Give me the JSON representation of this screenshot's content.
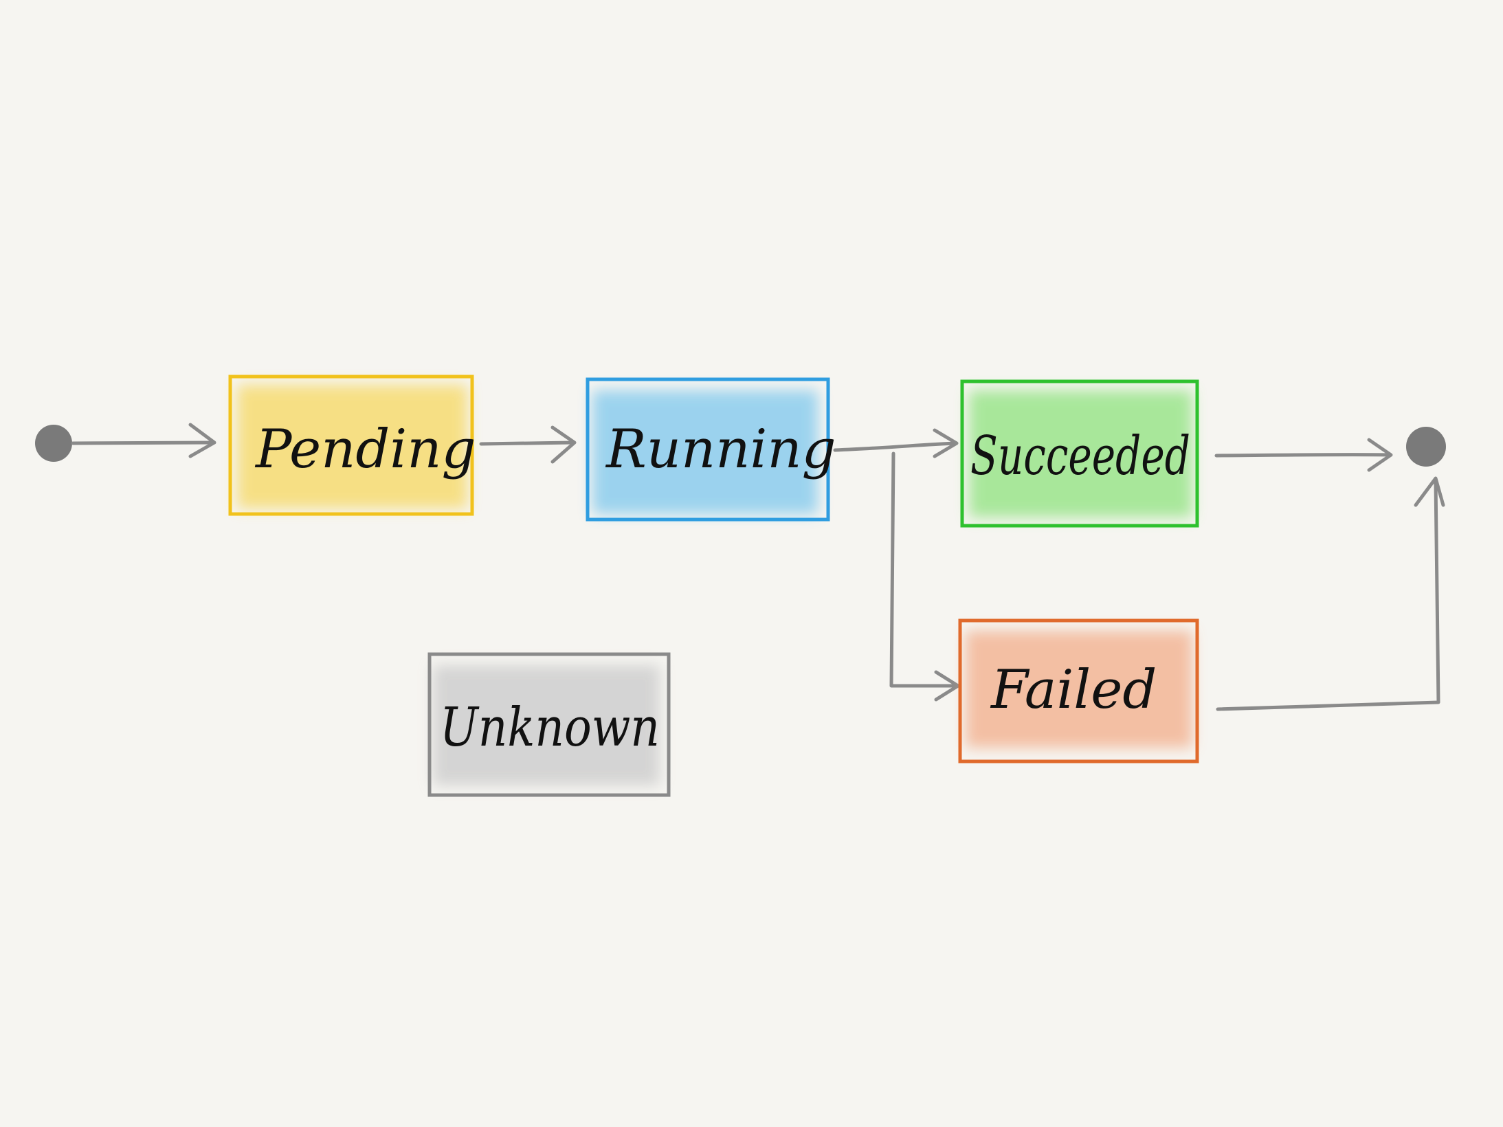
{
  "diagram": {
    "states": {
      "pending": {
        "label": "Pending",
        "color": "#f1c21b",
        "fill": "#f7dc72"
      },
      "running": {
        "label": "Running",
        "color": "#2f9de0",
        "fill": "#8ccdee"
      },
      "succeeded": {
        "label": "Succeeded",
        "color": "#2ec12e",
        "fill": "#9be58c"
      },
      "failed": {
        "label": "Failed",
        "color": "#e06a2c",
        "fill": "#f3b696"
      },
      "unknown": {
        "label": "Unknown",
        "color": "#8a8a8a",
        "fill": "#cfcfcf"
      }
    },
    "connector_color": "#8a8a8a",
    "node_color": "#7a7a7a"
  }
}
